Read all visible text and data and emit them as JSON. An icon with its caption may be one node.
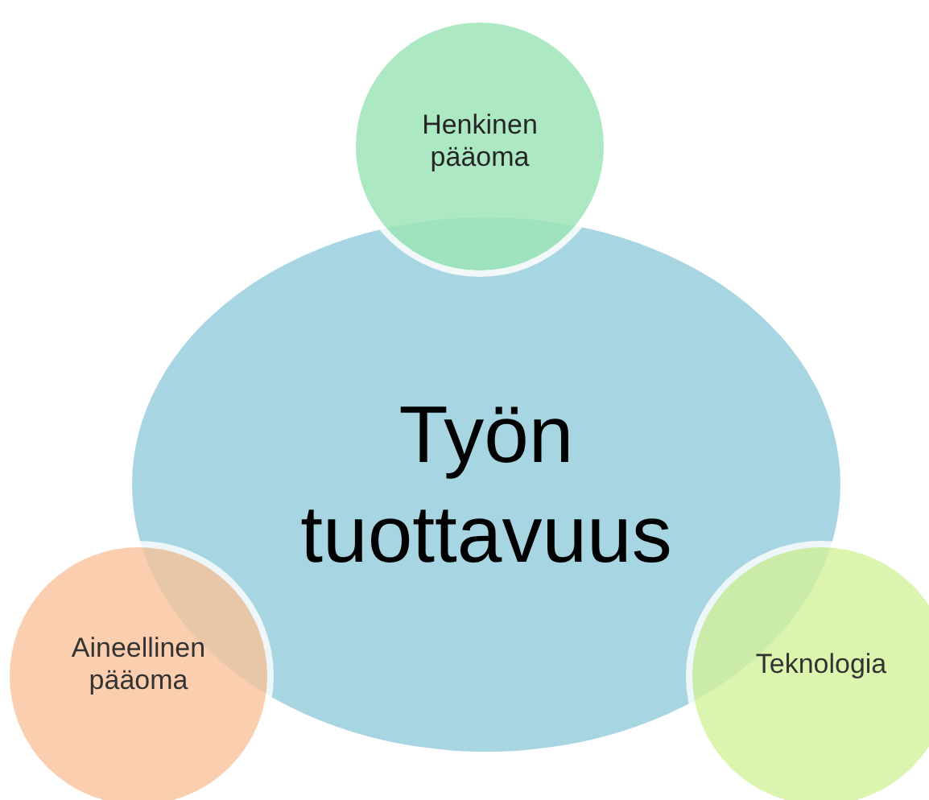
{
  "diagram": {
    "nodes": [
      {
        "text": [
          "Työn tuottavuus"
        ]
      },
      {
        "text": [
          "Henkinen pääoma"
        ]
      },
      {
        "text": [
          "Aineellinen pääoma"
        ]
      },
      {
        "text": [
          "Teknologia"
        ]
      }
    ]
  }
}
